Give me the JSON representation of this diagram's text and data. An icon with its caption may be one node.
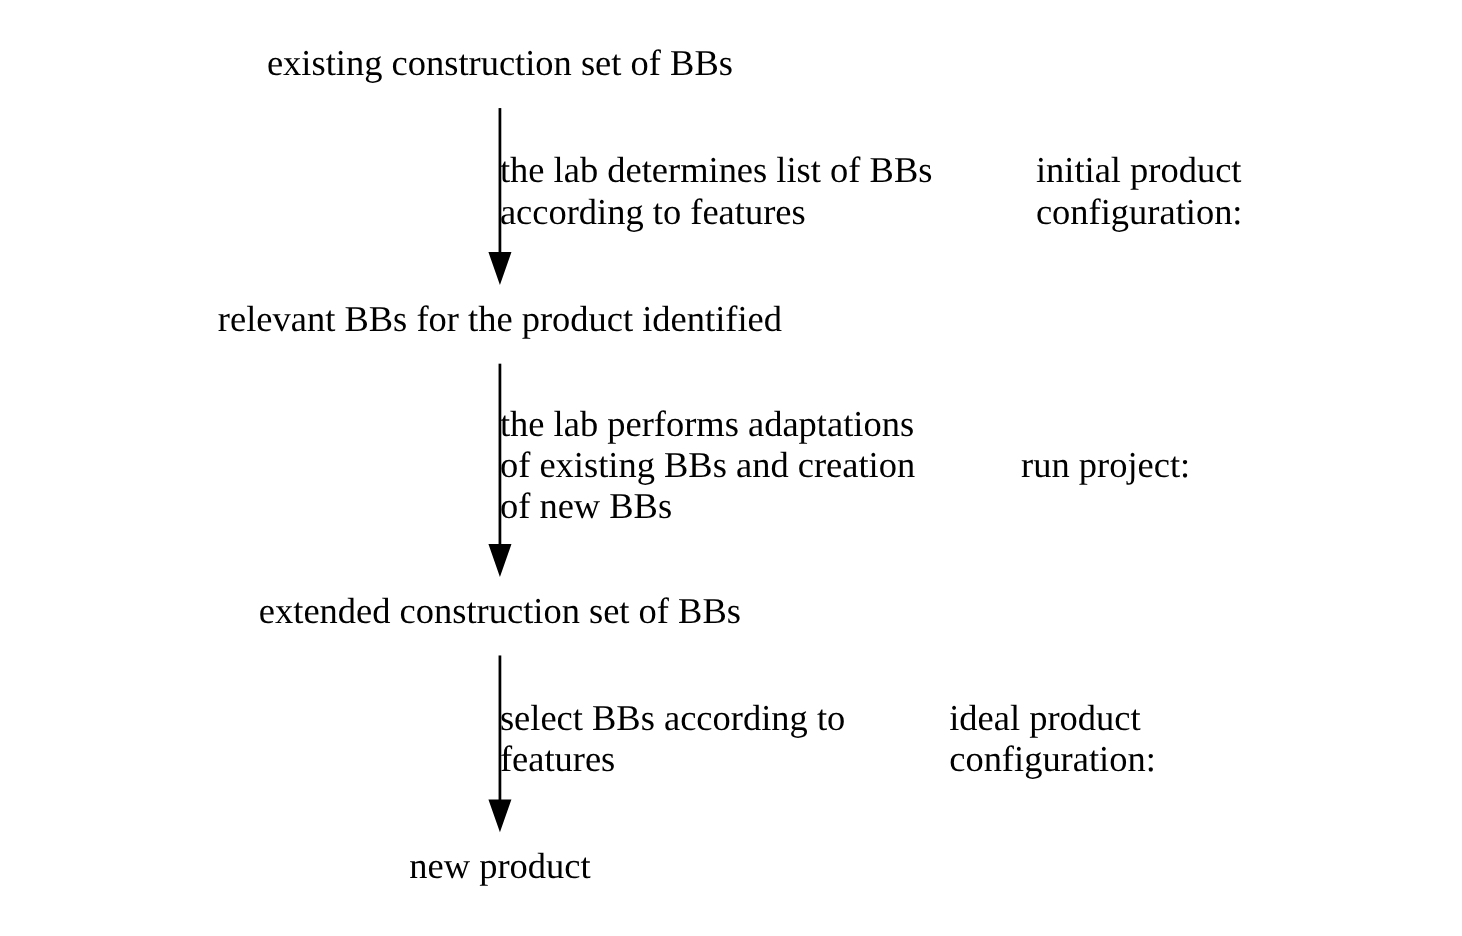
{
  "diagram": {
    "nodes": [
      {
        "text": [
          "existing construction set of BBs"
        ]
      },
      {
        "text": [
          "relevant BBs for the product identified"
        ]
      },
      {
        "text": [
          "extended construction set of BBs"
        ]
      },
      {
        "text": [
          "new product"
        ]
      }
    ],
    "edges": [
      {
        "from": 0,
        "to": 1,
        "arrow": "to",
        "label": "the lab determines list of BBs according to features"
      },
      {
        "from": 1,
        "to": 2,
        "arrow": "to",
        "label": "the lab performs adaptations of existing BBs and creation of new BBs"
      },
      {
        "from": 2,
        "to": 3,
        "arrow": "to",
        "label": "select BBs according to features"
      }
    ],
    "labels": [
      "initial product configuration:",
      "run project:",
      "ideal product configuration:"
    ]
  }
}
